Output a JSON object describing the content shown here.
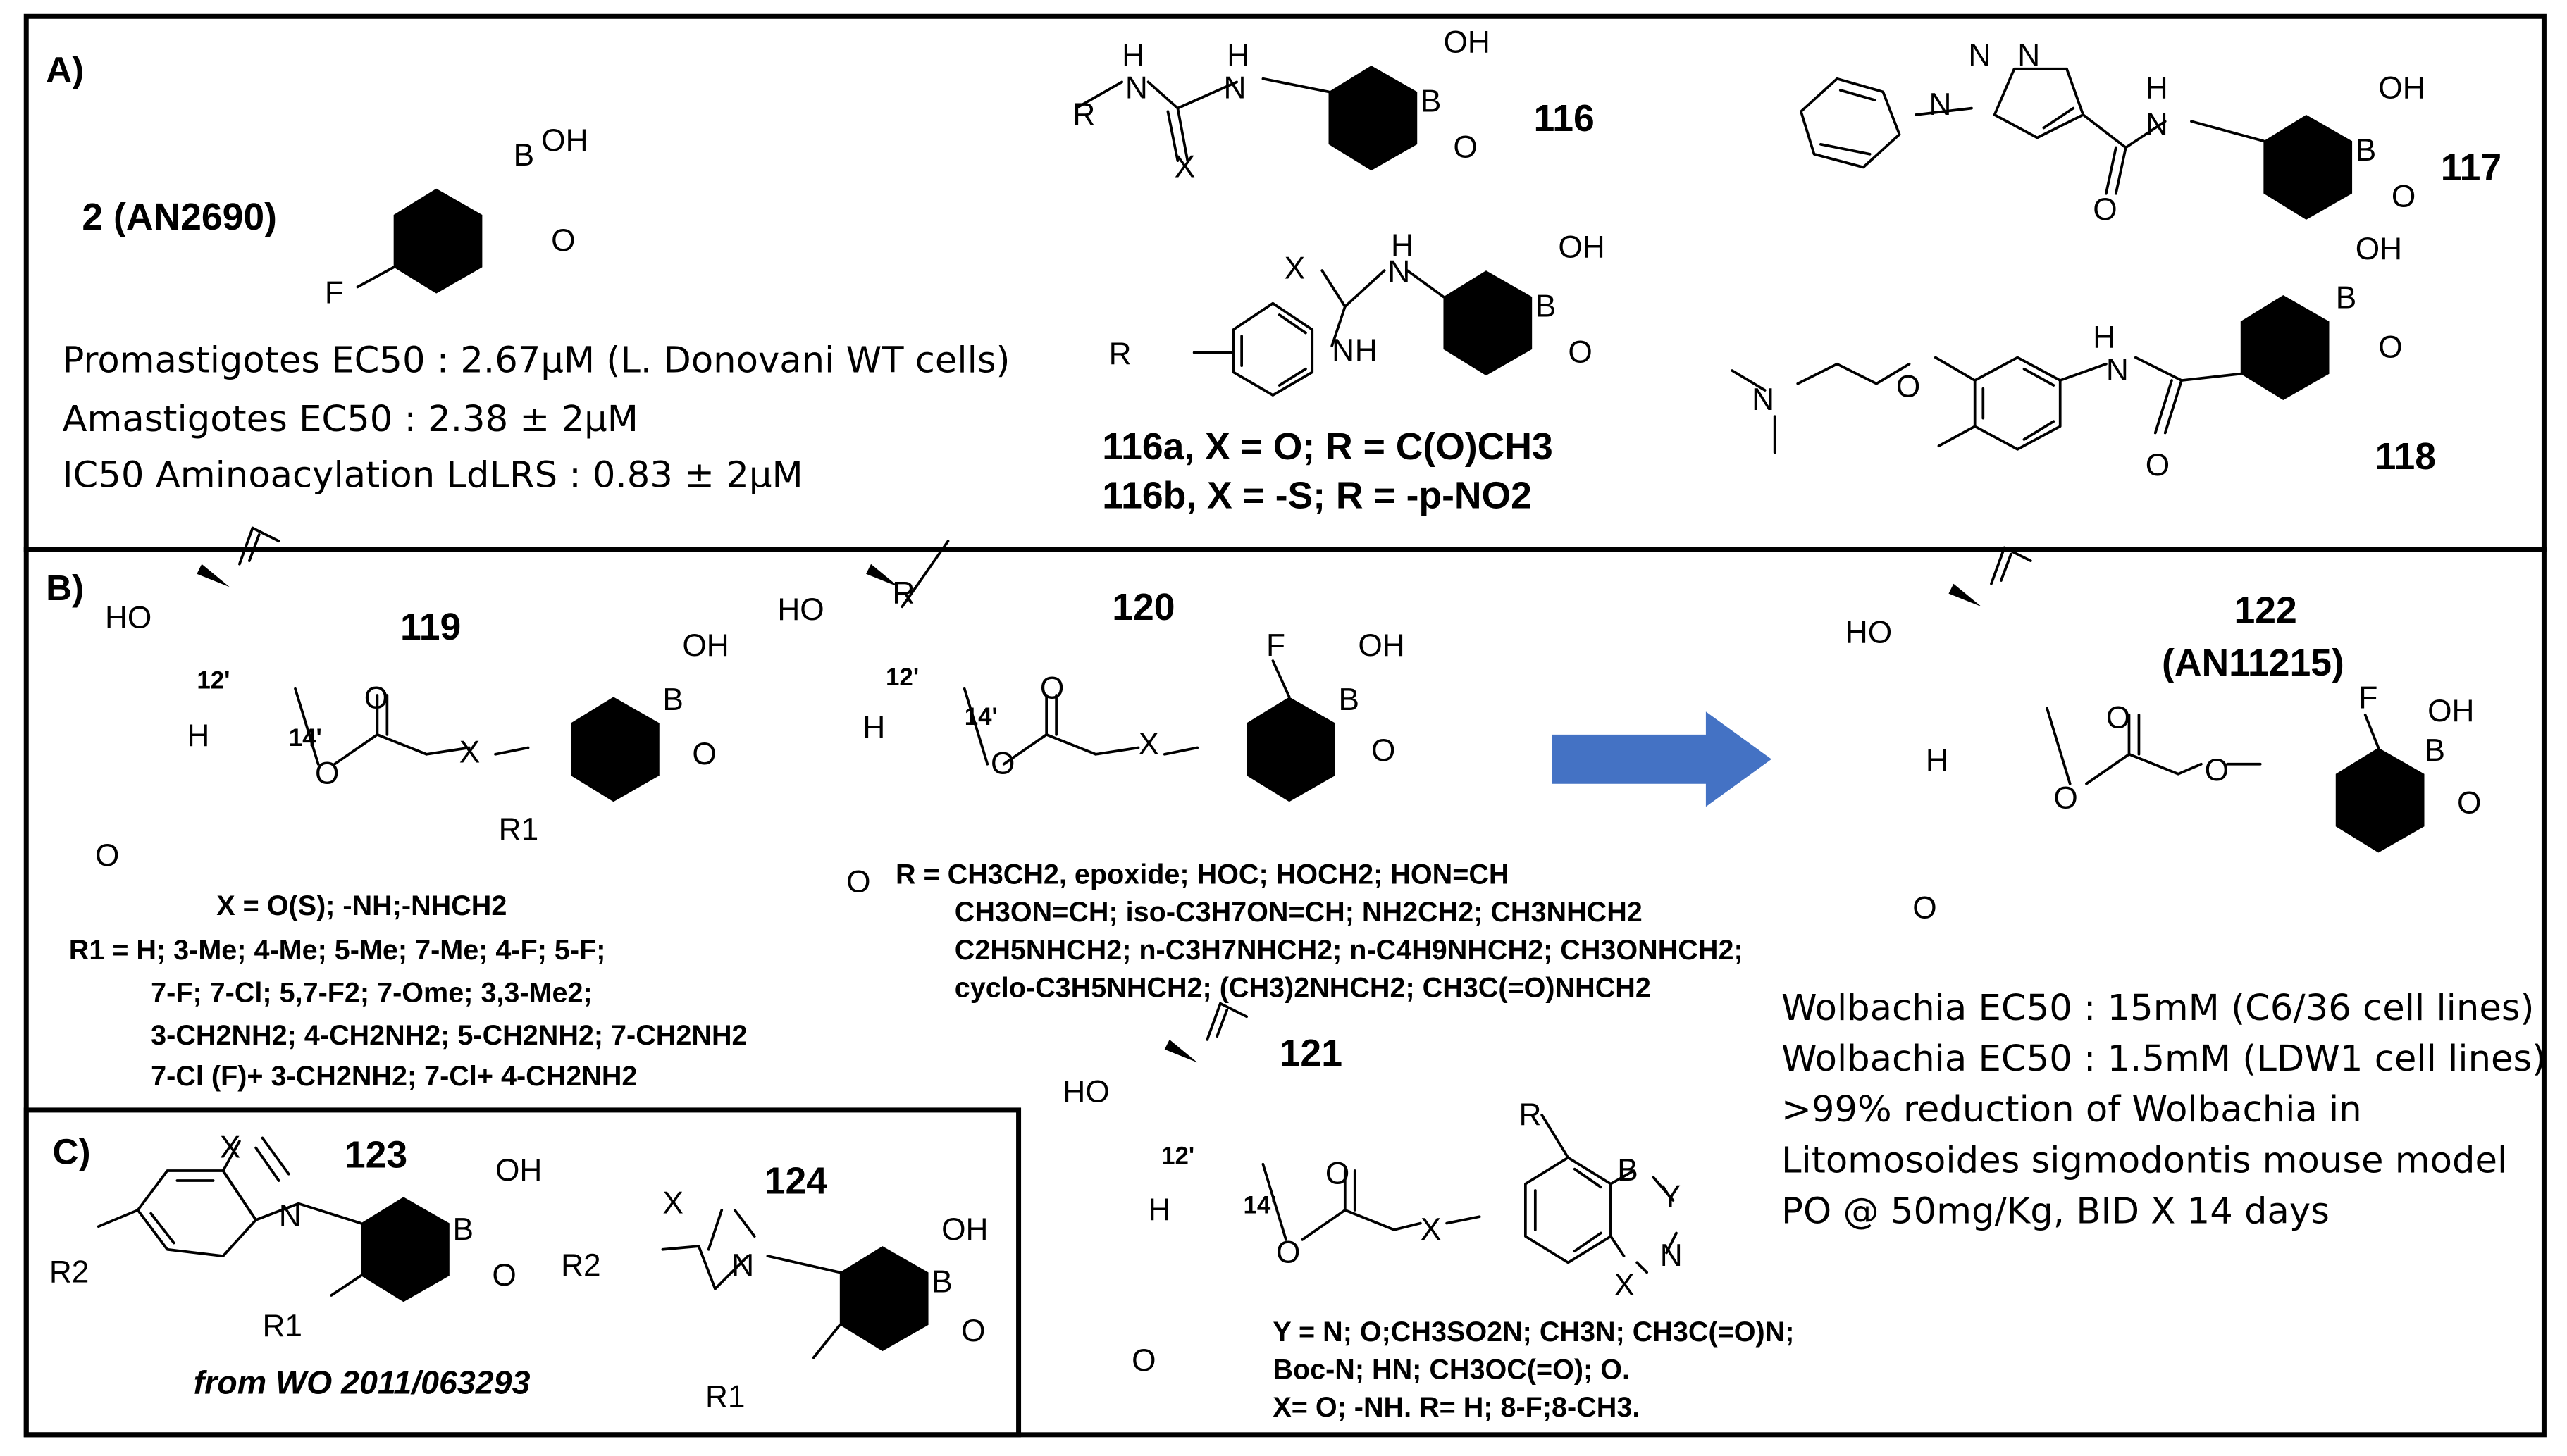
{
  "panels": {
    "a": {
      "label": "A)",
      "compound2": {
        "label": "2 (AN2690)",
        "substituent": "F"
      },
      "activity": [
        "Promastigotes EC50 : 2.67μM (L. Donovani WT cells)",
        "Amastigotes EC50 : 2.38 ± 2μM",
        "IC50 Aminoacylation LdLRS : 0.83 ± 2μM"
      ],
      "compound116": {
        "label": "116"
      },
      "compound116ab": {
        "a": "116a, X = O; R = C(O)CH3",
        "b": "116b, X = -S; R = -p-NO2"
      },
      "compound117": {
        "label": "117"
      },
      "compound118": {
        "label": "118"
      }
    },
    "b": {
      "label": "B)",
      "compound119": {
        "label": "119",
        "x_def": "X = O(S); -NH;-NHCH2",
        "r1_lines": [
          "R1 = H; 3-Me; 4-Me; 5-Me; 7-Me; 4-F; 5-F;",
          "7-F; 7-Cl; 5,7-F2; 7-Ome; 3,3-Me2;",
          "3-CH2NH2; 4-CH2NH2; 5-CH2NH2; 7-CH2NH2",
          "7-Cl (F)+ 3-CH2NH2; 7-Cl+ 4-CH2NH2"
        ]
      },
      "compound120": {
        "label": "120",
        "r_lines": [
          "R = CH3CH2, epoxide; HOC; HOCH2; HON=CH",
          "CH3ON=CH; iso-C3H7ON=CH; NH2CH2; CH3NHCH2",
          "C2H5NHCH2; n-C3H7NHCH2; n-C4H9NHCH2; CH3ONHCH2;",
          "cyclo-C3H5NHCH2; (CH3)2NHCH2; CH3C(=O)NHCH2"
        ]
      },
      "compound121": {
        "label": "121",
        "y_lines": [
          "Y = N; O;CH3SO2N; CH3N; CH3C(=O)N;",
          "Boc-N; HN; CH3OC(=O); O.",
          "X= O; -NH.     R= H; 8-F;8-CH3."
        ]
      },
      "compound122": {
        "label": "122",
        "code": "(AN11215)",
        "activity": [
          "Wolbachia EC50 : 15mM (C6/36 cell lines)",
          "Wolbachia EC50 : 1.5mM (LDW1 cell lines)",
          ">99% reduction of Wolbachia in",
          "Litomosoides sigmodontis mouse model",
          "PO @ 50mg/Kg, BID X 14 days"
        ]
      },
      "ring_labels": {
        "c12": "12'",
        "c14": "14'"
      }
    },
    "c": {
      "label": "C)",
      "compound123": {
        "label": "123",
        "source": "from WO 2011/063293"
      },
      "compound124": {
        "label": "124"
      }
    }
  },
  "atoms": {
    "oh": "OH",
    "b": "B",
    "o": "O",
    "f": "F",
    "n": "N",
    "h": "H",
    "x": "X",
    "y": "Y",
    "r": "R",
    "ho": "HO",
    "r1": "R1",
    "r2": "R2"
  },
  "colors": {
    "arrow": "#4472C4",
    "frame": "#000000"
  }
}
